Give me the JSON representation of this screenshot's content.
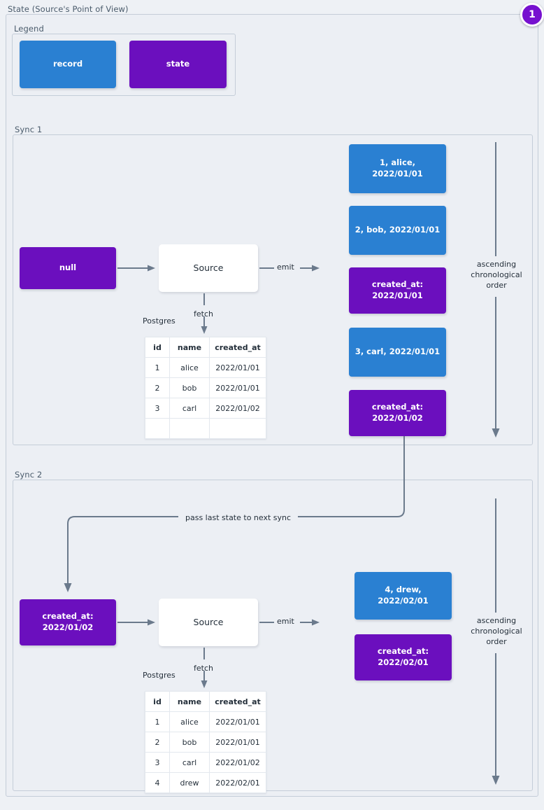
{
  "diagram": {
    "root_label": "State (Source's Point of View)",
    "badge": "1",
    "legend": {
      "label": "Legend",
      "record_label": "record",
      "state_label": "state"
    },
    "colors": {
      "record": "#2a80d2",
      "state": "#6b0fbe",
      "badge": "#7711cf",
      "wire": "#6b7a8c",
      "canvas": "#eef1f5",
      "group_bg": "#eceff4",
      "group_border": "#c4cdd8"
    },
    "sync1": {
      "label": "Sync 1",
      "input_state": "null",
      "source_label": "Source",
      "db_label": "Postgres",
      "fetch_label": "fetch",
      "emit_label": "emit",
      "order_label": "ascending chronological order",
      "table": {
        "headers": [
          "id",
          "name",
          "created_at"
        ],
        "rows": [
          [
            "1",
            "alice",
            "2022/01/01"
          ],
          [
            "2",
            "bob",
            "2022/01/01"
          ],
          [
            "3",
            "carl",
            "2022/01/02"
          ],
          [
            "",
            "",
            ""
          ]
        ]
      },
      "emitted": [
        {
          "kind": "record",
          "line1": "1, alice, 2022/01/01",
          "line2": ""
        },
        {
          "kind": "record",
          "line1": "2, bob, 2022/01/01",
          "line2": ""
        },
        {
          "kind": "state",
          "line1": "created_at:",
          "line2": "2022/01/01"
        },
        {
          "kind": "record",
          "line1": "3, carl, 2022/01/01",
          "line2": ""
        },
        {
          "kind": "state",
          "line1": "created_at:",
          "line2": "2022/01/02"
        }
      ]
    },
    "sync2": {
      "label": "Sync 2",
      "pass_label": "pass last state to next sync",
      "input_state_line1": "created_at:",
      "input_state_line2": "2022/01/02",
      "source_label": "Source",
      "db_label": "Postgres",
      "fetch_label": "fetch",
      "emit_label": "emit",
      "order_label": "ascending chronological order",
      "table": {
        "headers": [
          "id",
          "name",
          "created_at"
        ],
        "rows": [
          [
            "1",
            "alice",
            "2022/01/01"
          ],
          [
            "2",
            "bob",
            "2022/01/01"
          ],
          [
            "3",
            "carl",
            "2022/01/02"
          ],
          [
            "4",
            "drew",
            "2022/02/01"
          ]
        ]
      },
      "emitted": [
        {
          "kind": "record",
          "line1": "4, drew, 2022/02/01",
          "line2": ""
        },
        {
          "kind": "state",
          "line1": "created_at:",
          "line2": "2022/02/01"
        }
      ]
    }
  }
}
